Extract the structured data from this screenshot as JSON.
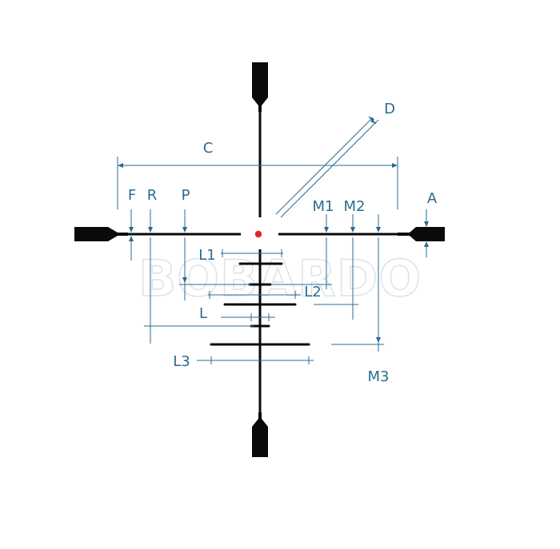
{
  "diagram": {
    "labels": {
      "C": "C",
      "D": "D",
      "A": "A",
      "F": "F",
      "R": "R",
      "P": "P",
      "M1": "M1",
      "M2": "M2",
      "M3": "M3",
      "L1": "L1",
      "L2": "L2",
      "L": "L",
      "L3": "L3"
    },
    "watermark": "BOBARDO",
    "colors": {
      "reticle": "#0a0a0a",
      "dimension": "#2a6b93",
      "center_dot": "#e2232a",
      "background": "#ffffff"
    }
  }
}
